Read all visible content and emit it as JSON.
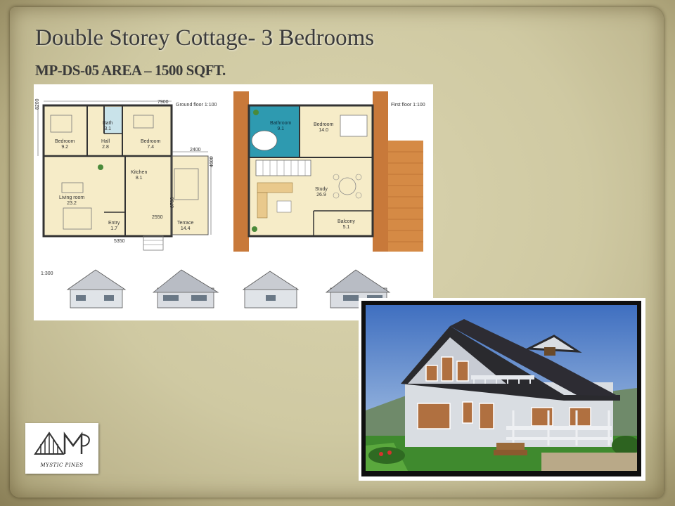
{
  "slide": {
    "title": "Double Storey Cottage- 3 Bedrooms",
    "subtitle": "MP-DS-05 AREA – 1500 SQFT."
  },
  "ground_floor": {
    "label": "Ground floor 1:100",
    "dims": {
      "top": "7900",
      "left": "8200",
      "terrace_w": "2400",
      "terrace_h": "4600",
      "mid": "6700",
      "inner": "2550",
      "bottom": "5350"
    },
    "rooms": {
      "bedroom1": {
        "name": "Bedroom",
        "area": "9.2"
      },
      "bath": {
        "name": "Bath",
        "area": "3.1"
      },
      "hall": {
        "name": "Hall",
        "area": "2.8"
      },
      "bedroom2": {
        "name": "Bedroom",
        "area": "7.4"
      },
      "kitchen": {
        "name": "Kitchen",
        "area": "8.1"
      },
      "living": {
        "name": "Living room",
        "area": "23.2"
      },
      "entry": {
        "name": "Entry",
        "area": "1.7"
      },
      "terrace": {
        "name": "Terrace",
        "area": "14.4"
      }
    }
  },
  "first_floor": {
    "label": "First floor 1:100",
    "rooms": {
      "bathroom": {
        "name": "Bathroom",
        "area": "9.1"
      },
      "bedroom": {
        "name": "Bedroom",
        "area": "14.0"
      },
      "study": {
        "name": "Study",
        "area": "26.9"
      },
      "balcony": {
        "name": "Balcony",
        "area": "5.1"
      }
    }
  },
  "elevations": {
    "scale": "1:300"
  },
  "logo": {
    "text": "MYSTIC PINES"
  },
  "colors": {
    "wall": "#3a3a3a",
    "wood": "#c8793a",
    "floor": "#f6ecc8",
    "tile": "#2e9ab0",
    "roof": "#2a2a2e"
  }
}
